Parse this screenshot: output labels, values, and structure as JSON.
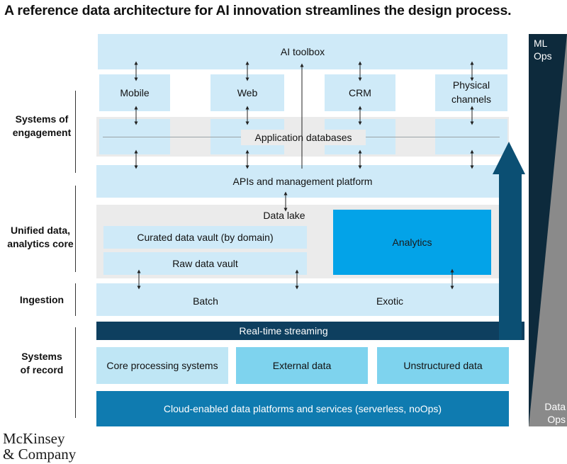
{
  "title": "A reference data architecture for AI innovation streamlines the design process.",
  "side_labels": {
    "engagement": "Systems of\nengagement",
    "unified": "Unified data,\nanalytics core",
    "ingestion": "Ingestion",
    "record": "Systems\nof record"
  },
  "blocks": {
    "ai_toolbox": "AI toolbox",
    "mobile": "Mobile",
    "web": "Web",
    "crm": "CRM",
    "physical": "Physical\nchannels",
    "app_db": "Application databases",
    "apis": "APIs and management platform",
    "data_lake": "Data lake",
    "curated": "Curated data vault (by domain)",
    "raw": "Raw data vault",
    "analytics": "Analytics",
    "batch": "Batch",
    "exotic": "Exotic",
    "realtime": "Real-time streaming",
    "core": "Core processing systems",
    "external": "External data",
    "unstructured": "Unstructured data",
    "cloud": "Cloud-enabled data platforms and services (serverless, noOps)"
  },
  "mlops": {
    "ml": "ML\nOps",
    "data": "Data\nOps"
  },
  "brand": {
    "line1": "McKinsey",
    "line2": "& Company"
  },
  "colors": {
    "light_blue": "#cfeaf8",
    "gray_band": "#ebebeb",
    "dark_blue": "#0b4f73",
    "analytics": "#03a3e8",
    "external": "#7ed3ee",
    "cloud": "#0f7bb0",
    "mlops_dark": "#0d2a3c",
    "dataops_gray": "#8a8a8a"
  }
}
